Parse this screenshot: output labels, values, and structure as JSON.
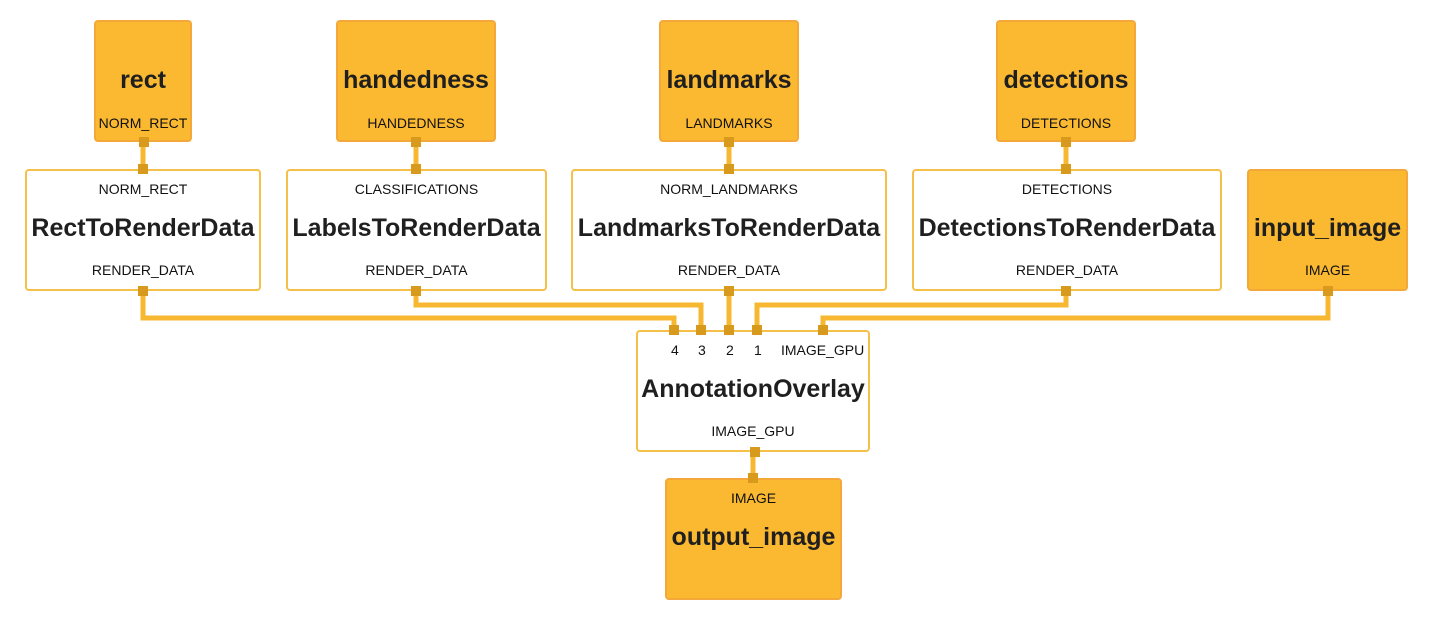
{
  "colors": {
    "stream_fill": "#fbb932",
    "stream_border": "#f4a83a",
    "calc_border": "#f5c04a",
    "edge": "#f7b731",
    "pin": "#d79a1c"
  },
  "inputs": {
    "rect": {
      "name": "rect",
      "tag": "NORM_RECT"
    },
    "handedness": {
      "name": "handedness",
      "tag": "HANDEDNESS"
    },
    "landmarks": {
      "name": "landmarks",
      "tag": "LANDMARKS"
    },
    "detections": {
      "name": "detections",
      "tag": "DETECTIONS"
    },
    "input_image": {
      "name": "input_image",
      "tag": "IMAGE"
    }
  },
  "calculators": {
    "rect_to_render": {
      "name": "RectToRenderData",
      "in": "NORM_RECT",
      "out": "RENDER_DATA"
    },
    "labels_to_render": {
      "name": "LabelsToRenderData",
      "in": "CLASSIFICATIONS",
      "out": "RENDER_DATA"
    },
    "landmarks_to_render": {
      "name": "LandmarksToRenderData",
      "in": "NORM_LANDMARKS",
      "out": "RENDER_DATA"
    },
    "detections_to_render": {
      "name": "DetectionsToRenderData",
      "in": "DETECTIONS",
      "out": "RENDER_DATA"
    },
    "annotation_overlay": {
      "name": "AnnotationOverlay",
      "in_ports": [
        "4",
        "3",
        "2",
        "1",
        "IMAGE_GPU"
      ],
      "out": "IMAGE_GPU"
    }
  },
  "outputs": {
    "output_image": {
      "name": "output_image",
      "tag": "IMAGE"
    }
  }
}
